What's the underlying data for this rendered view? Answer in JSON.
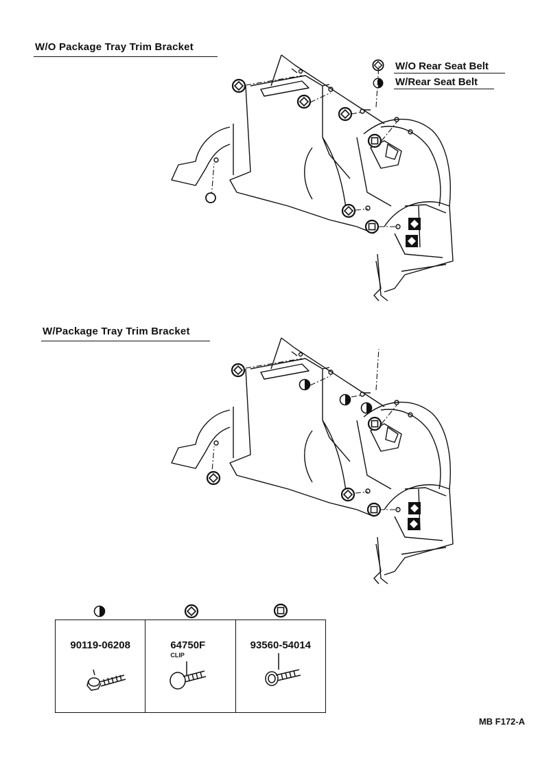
{
  "sections": [
    {
      "title": "W/O Package Tray Trim Bracket"
    },
    {
      "title": "W/Package Tray Trim Bracket"
    }
  ],
  "legend": [
    {
      "symbol": "diamond-circle",
      "label": "W/O Rear Seat Belt"
    },
    {
      "symbol": "half-circle",
      "label": "W/Rear Seat Belt"
    }
  ],
  "parts": [
    {
      "symbol": "half-circle",
      "part_number": "90119-06208",
      "sub_label": ""
    },
    {
      "symbol": "diamond-circle",
      "part_number": "64750F",
      "sub_label": "CLIP"
    },
    {
      "symbol": "square-circle",
      "part_number": "93560-54014",
      "sub_label": ""
    }
  ],
  "diagram_code": "MB F172-A"
}
